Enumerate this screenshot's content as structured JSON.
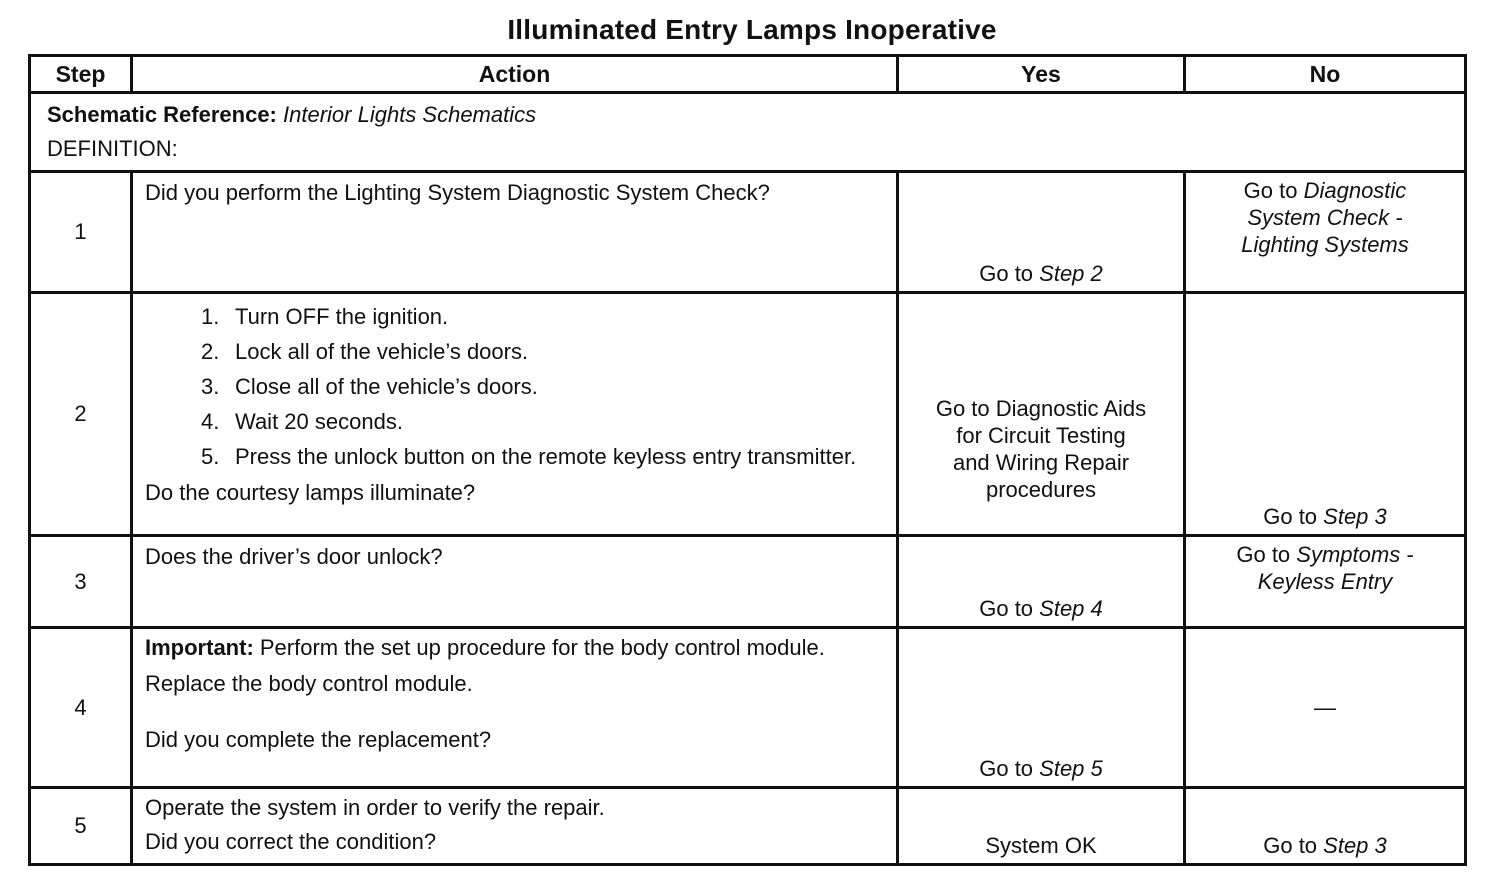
{
  "title": "Illuminated Entry Lamps Inoperative",
  "headers": {
    "step": "Step",
    "action": "Action",
    "yes": "Yes",
    "no": "No"
  },
  "schematic": {
    "label": "Schematic Reference:",
    "value": "Interior Lights Schematics",
    "definition": "DEFINITION:"
  },
  "rows": [
    {
      "step": "1",
      "action": "Did you perform the Lighting System Diagnostic System Check?",
      "yes_prefix": "Go to ",
      "yes_link": "Step 2",
      "no_prefix": "Go to ",
      "no_link_1": "Diagnostic",
      "no_link_2": "System Check -",
      "no_link_3": "Lighting Systems"
    },
    {
      "step": "2",
      "list": [
        {
          "num": "1.",
          "text": "Turn OFF the ignition."
        },
        {
          "num": "2.",
          "text": "Lock all of the vehicle’s doors."
        },
        {
          "num": "3.",
          "text": "Close all of the vehicle’s doors."
        },
        {
          "num": "4.",
          "text": "Wait 20 seconds."
        },
        {
          "num": "5.",
          "text": "Press the unlock button on the remote keyless entry transmitter."
        }
      ],
      "question": "Do the courtesy lamps illuminate?",
      "yes_1": "Go to  Diagnostic Aids",
      "yes_2": "for Circuit Testing",
      "yes_3": "and Wiring Repair",
      "yes_4": "procedures",
      "no_prefix": "Go to ",
      "no_link": "Step 3"
    },
    {
      "step": "3",
      "action": "Does the driver’s door unlock?",
      "yes_prefix": "Go to ",
      "yes_link": "Step 4",
      "no_prefix": "Go to ",
      "no_link_1": "Symptoms -",
      "no_link_2": "Keyless Entry"
    },
    {
      "step": "4",
      "important_label": "Important:",
      "important_text": " Perform the set up procedure for the body control module.",
      "line2": "Replace the body control module.",
      "question": "Did you complete the replacement?",
      "yes_prefix": "Go to ",
      "yes_link": "Step 5",
      "no": "—"
    },
    {
      "step": "5",
      "line1": "Operate the system in order to verify the repair.",
      "question": "Did you correct the condition?",
      "yes": "System OK",
      "no_prefix": "Go to ",
      "no_link": "Step 3"
    }
  ]
}
